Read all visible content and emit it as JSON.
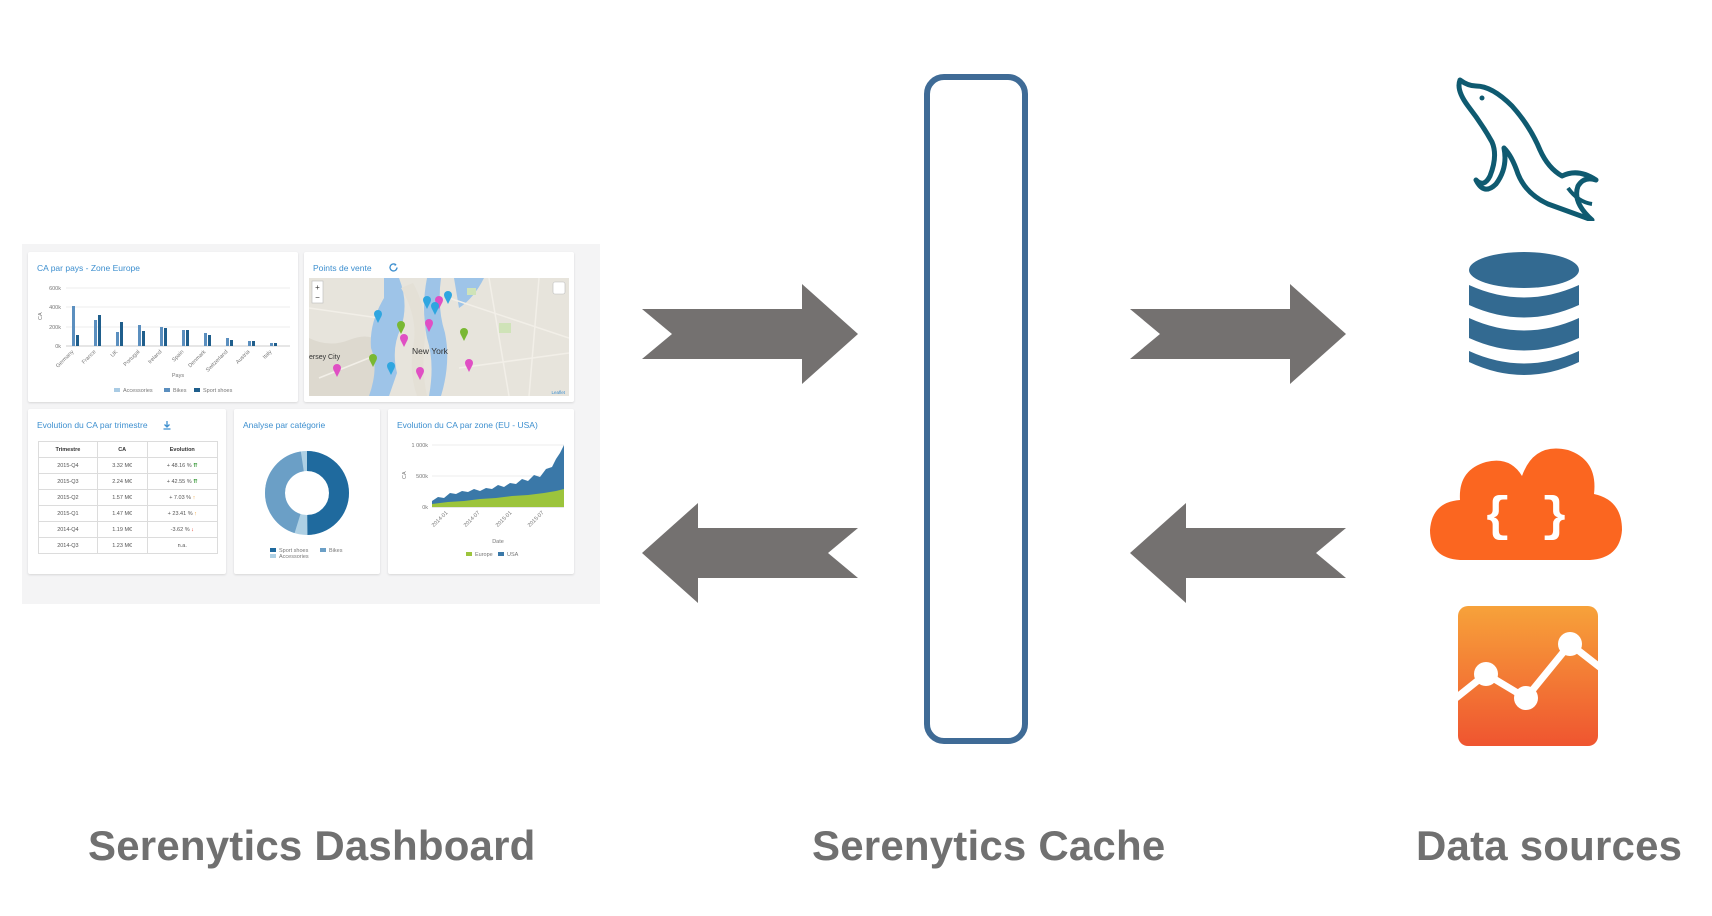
{
  "labels": {
    "dashboard": "Serenytics Dashboard",
    "cache": "Serenytics Cache",
    "sources": "Data sources"
  },
  "colors": {
    "arrow": "#747170",
    "cache_border": "#3f6b96",
    "label": "#707070",
    "mysql": "#0f5a70",
    "database": "#336a91",
    "cloud": "#fb6620",
    "analytics_top": "#f7a23a",
    "analytics_bottom": "#ef5530"
  },
  "icons": {
    "mysql": "dolphin-icon",
    "database": "database-icon",
    "cloud": "cloud-json-icon",
    "analytics": "analytics-chart-icon"
  },
  "dashboard": {
    "panels": {
      "bar_title": "CA par pays - Zone Europe",
      "map_title": "Points de vente",
      "table_title": "Evolution du CA par trimestre",
      "donut_title": "Analyse par catégorie",
      "area_title": "Evolution du CA par zone (EU - USA)"
    },
    "bar_chart": {
      "y_ticks": [
        "600k",
        "400k",
        "200k",
        "0k"
      ],
      "y_label": "CA",
      "x_label": "Pays",
      "categories": [
        "Germany",
        "France",
        "UK",
        "Portugal",
        "Ireland",
        "Spain",
        "Denmark",
        "Switzerland",
        "Austria",
        "Italy"
      ],
      "legend": [
        "Accessories",
        "Bikes",
        "Sport shoes"
      ]
    },
    "map": {
      "city": "New York",
      "city2": "ersey City",
      "zoom_in": "+",
      "zoom_out": "−",
      "attribution": "Leaflet"
    },
    "table": {
      "headers": [
        "Trimestre",
        "CA",
        "Evolution"
      ],
      "rows": [
        [
          "2015-Q4",
          "3.32 M€",
          "+ 48.16 %"
        ],
        [
          "2015-Q3",
          "2.24 M€",
          "+ 42.55 %"
        ],
        [
          "2015-Q2",
          "1.57 M€",
          "+ 7.03 %"
        ],
        [
          "2015-Q1",
          "1.47 M€",
          "+ 23.41 %"
        ],
        [
          "2014-Q4",
          "1.19 M€",
          "-3.62 %"
        ],
        [
          "2014-Q3",
          "1.23 M€",
          "n.a."
        ]
      ]
    },
    "donut": {
      "legend": [
        "Sport shoes",
        "Bikes",
        "Accessories"
      ]
    },
    "area": {
      "y_ticks": [
        "1 000k",
        "500k",
        "0k"
      ],
      "y_label": "CA",
      "x_ticks": [
        "2014-01",
        "2014-07",
        "2015-01",
        "2015-07"
      ],
      "x_label": "Date",
      "legend": [
        "Europe",
        "USA"
      ]
    }
  }
}
